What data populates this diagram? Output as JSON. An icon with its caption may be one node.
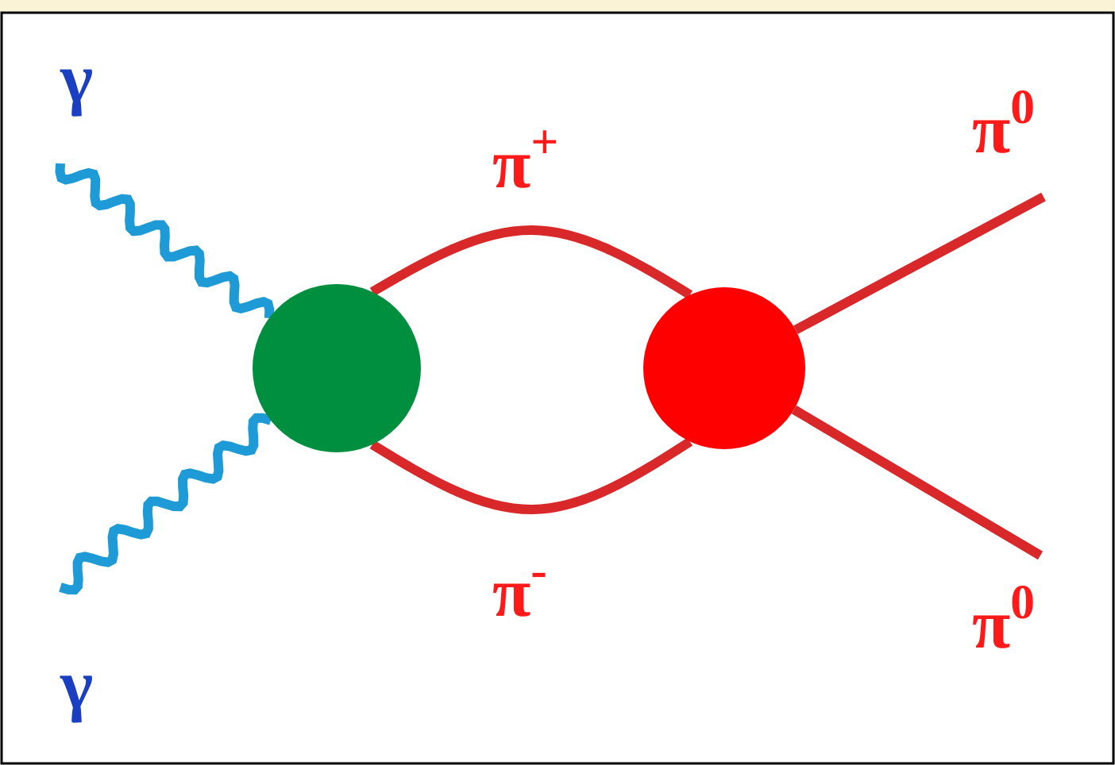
{
  "diagram": {
    "nodes": [
      {
        "text": [],
        "shape": "circle"
      },
      {
        "text": [],
        "shape": "circle"
      }
    ],
    "edges": [
      {
        "from": null,
        "to": 0,
        "arrow": "none",
        "label": "γ",
        "color": "#1e9bd7"
      },
      {
        "from": null,
        "to": 0,
        "arrow": "none",
        "label": "γ",
        "color": "#1e9bd7"
      },
      {
        "from": 0,
        "to": 1,
        "arrow": "none",
        "label": "π$^{+}$"
      },
      {
        "from": 0,
        "to": 1,
        "arrow": "none",
        "label": "π$^{-}$"
      },
      {
        "from": 1,
        "to": null,
        "arrow": "none",
        "label": "π$^{0}$"
      },
      {
        "from": 1,
        "to": null,
        "arrow": "none",
        "label": "π$^{0}$"
      }
    ]
  }
}
